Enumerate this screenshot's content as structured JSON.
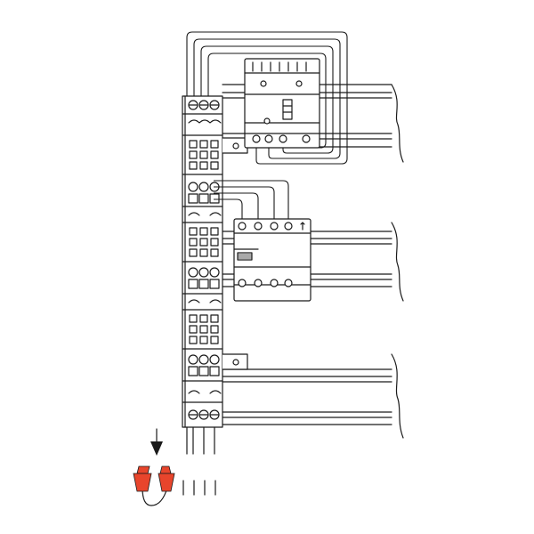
{
  "diagram": {
    "rails": 3,
    "components": [
      "main-breaker",
      "rcd-device",
      "terminal-block",
      "wire-connectors"
    ],
    "breaker_terminals": 4,
    "rcd_terminals_top": 4,
    "rcd_terminals_bottom": 4,
    "connector_color": "#e8452c",
    "line_color": "#1a1a1a",
    "background_color": "#ffffff",
    "insertion_arrow_icon": "down-arrow-icon"
  }
}
